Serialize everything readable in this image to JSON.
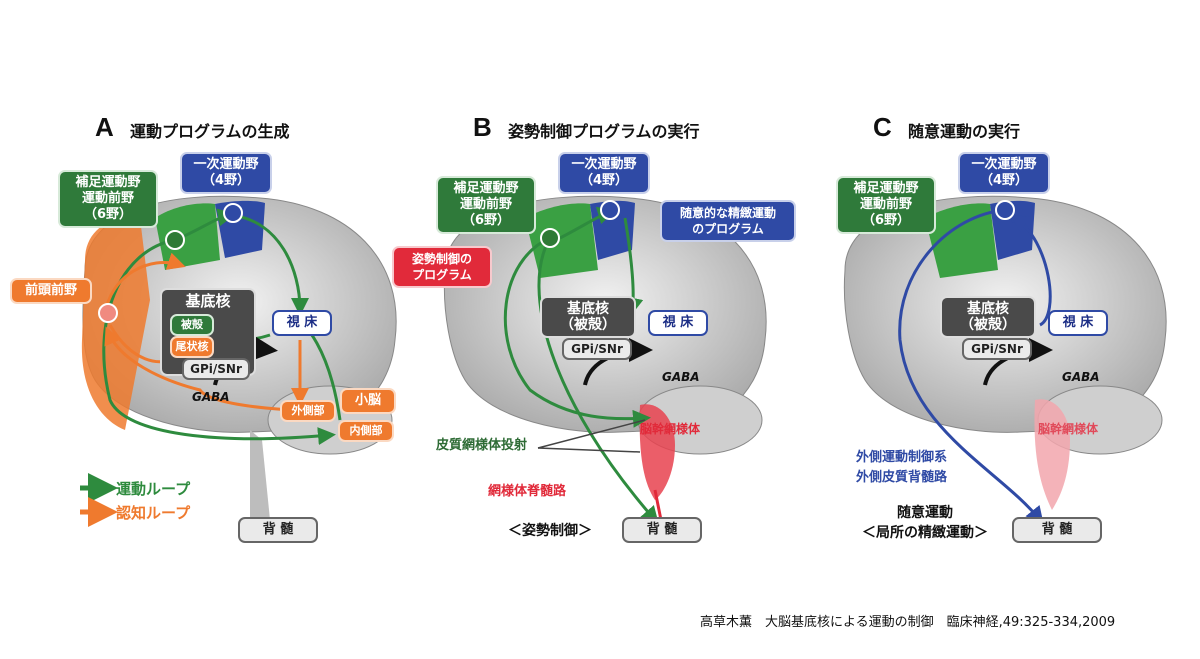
{
  "panels": [
    {
      "letter": "A",
      "title": "運動プログラムの生成",
      "labels": {
        "m1": "一次運動野\n（4野）",
        "sma": "補足運動野\n運動前野\n（6野）",
        "pfc": "前頭前野",
        "bg": "基底核",
        "putamen": "被殻",
        "caudate": "尾状核",
        "gpi": "GPi/SNr",
        "thalamus": "視 床",
        "gaba": "GABA",
        "cerebellum": "小脳",
        "lateral": "外側部",
        "medial": "内側部",
        "spine": "背 髄"
      },
      "legend": {
        "motor_loop": "運動ループ",
        "cognitive_loop": "認知ループ"
      }
    },
    {
      "letter": "B",
      "title": "姿勢制御プログラムの実行",
      "labels": {
        "m1": "一次運動野\n（4野）",
        "sma": "補足運動野\n運動前野\n（6野）",
        "fine": "随意的な精緻運動\nのプログラム",
        "posture_prog": "姿勢制御の\nプログラム",
        "bg": "基底核\n（被殻）",
        "gpi": "GPi/SNr",
        "thalamus": "視 床",
        "gaba": "GABA",
        "brainstem": "脳幹網様体",
        "cortico_ret": "皮質網様体投射",
        "reticulospinal": "網様体脊髄路",
        "posture": "＜姿勢制御＞",
        "spine": "背 髄"
      }
    },
    {
      "letter": "C",
      "title": "随意運動の実行",
      "labels": {
        "m1": "一次運動野\n（4野）",
        "sma": "補足運動野\n運動前野\n（6野）",
        "bg": "基底核\n（被殻）",
        "gpi": "GPi/SNr",
        "thalamus": "視 床",
        "gaba": "GABA",
        "brainstem": "脳幹網様体",
        "lateral_sys": "外側運動制御系",
        "cst": "外側皮質背髄路",
        "voluntary": "随意運動\n＜局所の精緻運動＞",
        "spine": "背 髄"
      }
    }
  ],
  "colors": {
    "motor": "#2e8b3e",
    "cognitive": "#ef7a2e",
    "blue": "#2f4aa5",
    "red": "#e12a3a"
  },
  "citation": "高草木薫　大脳基底核による運動の制御　臨床神経,49:325-334,2009"
}
